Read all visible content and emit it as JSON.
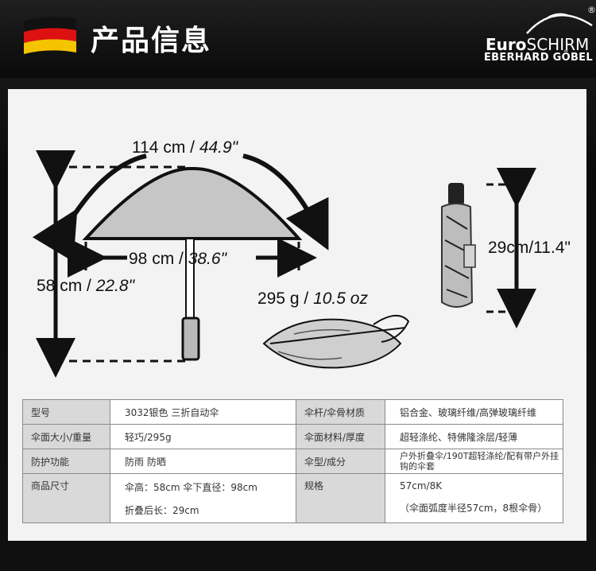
{
  "header": {
    "title": "产品信息",
    "logo": {
      "line1_a": "Euro",
      "line1_b": "SCHIRM",
      "line2": "EBERHARD GÖBEL",
      "reg": "®"
    },
    "flag_colors": [
      "#111111",
      "#dd1111",
      "#f5c400"
    ]
  },
  "diagram": {
    "span": {
      "value": "114 cm / ",
      "italic": "44.9\""
    },
    "width": {
      "value": "98 cm / ",
      "italic": "38.6\""
    },
    "height": {
      "value": "58 cm / ",
      "italic": "22.8\""
    },
    "weight": {
      "value": "295 g / ",
      "italic": "10.5 oz"
    },
    "folded": {
      "value": "29cm/11.4\""
    }
  },
  "table": {
    "rows": [
      {
        "h1": "型号",
        "v1": "3032银色 三折自动伞",
        "h2": "伞杆/伞骨材质",
        "v2": "铝合金、玻璃纤维/高弹玻璃纤维"
      },
      {
        "h1": "伞面大小/重量",
        "v1": "轻巧/295g",
        "h2": "伞面材料/厚度",
        "v2": "超轻涤纶、特佛隆涂层/轻薄"
      },
      {
        "h1": "防护功能",
        "v1": "防雨 防晒",
        "h2": "伞型/成分",
        "v2": "户外折叠伞/190T超轻涤纶/配有带户外挂钩的伞套"
      },
      {
        "h1": "商品尺寸",
        "v1": "伞高：58cm 伞下直径：98cm",
        "v1b": "折叠后长：29cm",
        "h2": "规格",
        "v2": "57cm/8K",
        "v2b": "（伞面弧度半径57cm，8根伞骨）"
      }
    ]
  }
}
